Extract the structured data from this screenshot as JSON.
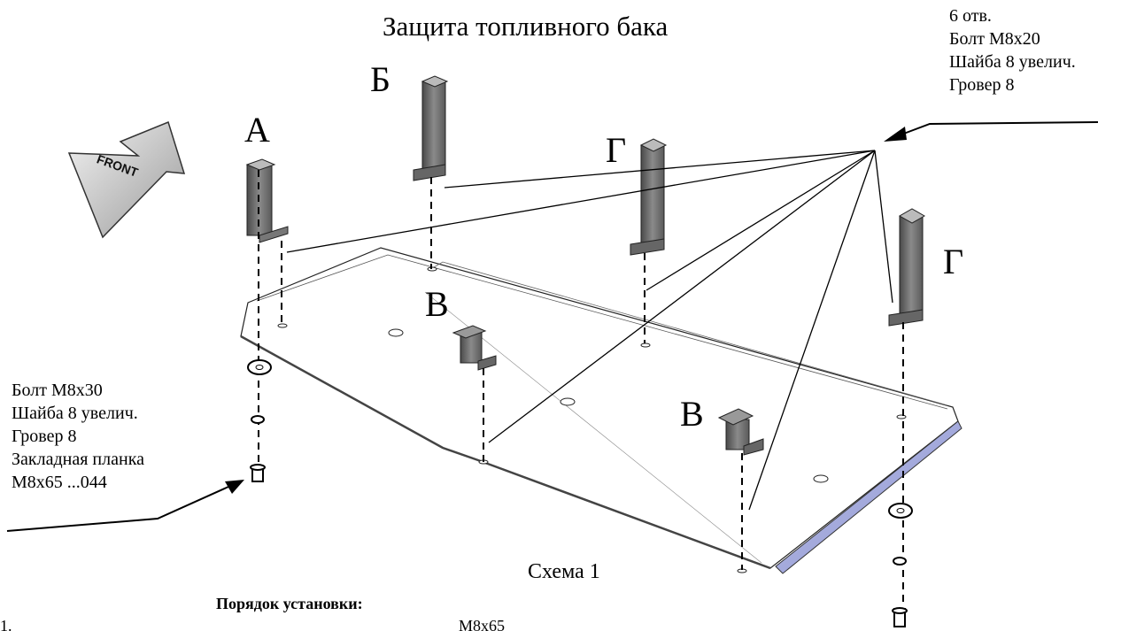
{
  "title": "Защита топливного бака",
  "front_label": "FRONT",
  "part_labels": {
    "a": "А",
    "b": "Б",
    "g1": "Г",
    "g2": "Г",
    "v1": "В",
    "v2": "В"
  },
  "note_top": [
    "6 отв.",
    "Болт М8х20",
    "Шайба 8 увелич.",
    "Гровер 8"
  ],
  "note_left": [
    "Болт М8х30",
    "Шайба 8 увелич.",
    "Гровер 8",
    "Закладная планка",
    "М8х65 ...044"
  ],
  "scheme_label": "Схема 1",
  "installation": {
    "title": "Порядок установки:",
    "step1_start": "1.",
    "step1_end": "М8х65"
  }
}
